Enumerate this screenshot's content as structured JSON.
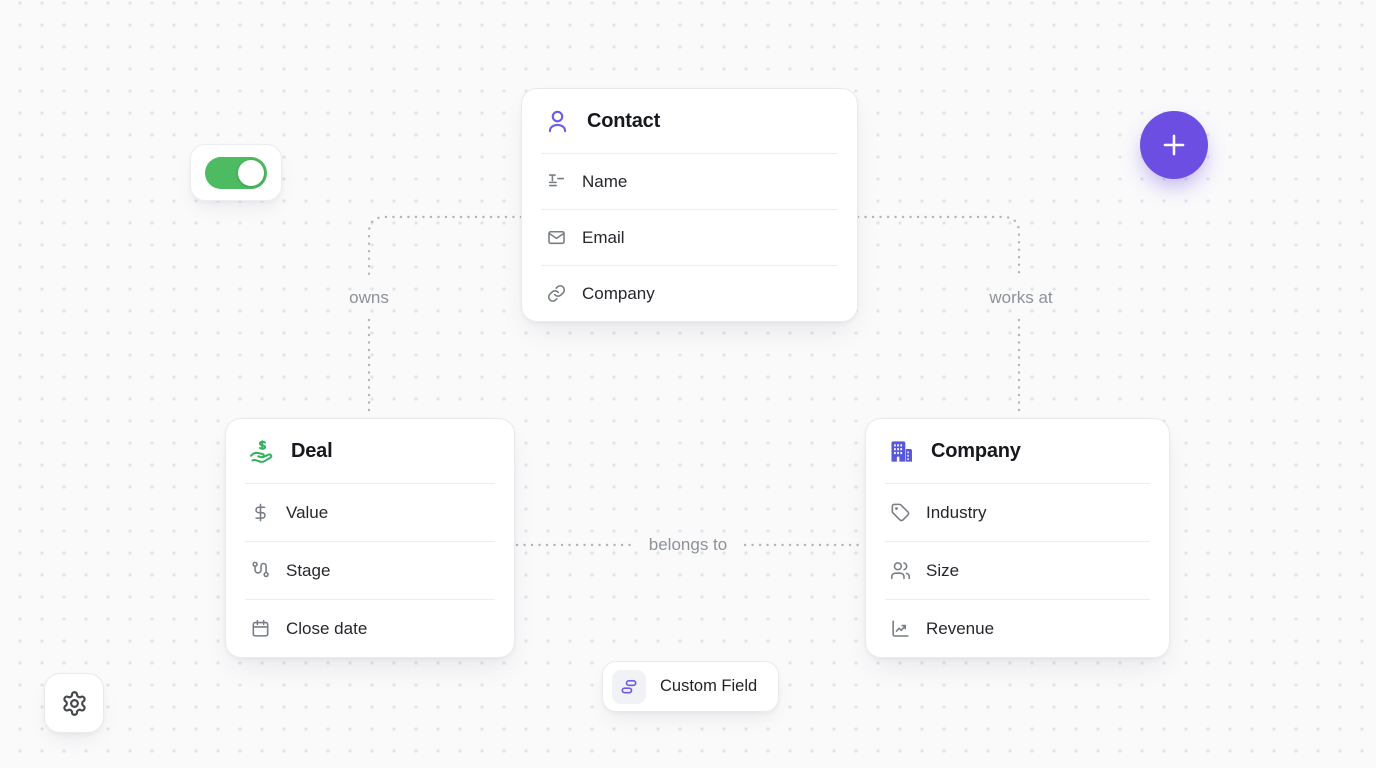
{
  "canvas": {
    "background": "#FAFAFB",
    "dot_color": "#E3E4E7"
  },
  "colors": {
    "accent_purple": "#6C5CE7",
    "company_indigo": "#5658D8",
    "add_button_purple": "#6D4EE2",
    "toggle_green": "#4CBB61",
    "deal_green": "#33B25D",
    "wire_gray": "#B2B5BB",
    "label_gray": "#8D919A"
  },
  "toggle": {
    "state": "on"
  },
  "add_button": {
    "icon": "plus-icon"
  },
  "settings_button": {
    "icon": "gear-icon"
  },
  "custom_field_chip": {
    "label": "Custom Field",
    "icon": "rows-icon"
  },
  "entities": {
    "contact": {
      "title": "Contact",
      "icon": "user-icon",
      "fields": [
        {
          "label": "Name",
          "icon": "text-icon"
        },
        {
          "label": "Email",
          "icon": "mail-icon"
        },
        {
          "label": "Company",
          "icon": "link-icon"
        }
      ]
    },
    "deal": {
      "title": "Deal",
      "icon": "hand-coins-icon",
      "fields": [
        {
          "label": "Value",
          "icon": "dollar-icon"
        },
        {
          "label": "Stage",
          "icon": "route-icon"
        },
        {
          "label": "Close date",
          "icon": "calendar-icon"
        }
      ]
    },
    "company": {
      "title": "Company",
      "icon": "buildings-icon",
      "fields": [
        {
          "label": "Industry",
          "icon": "tag-icon"
        },
        {
          "label": "Size",
          "icon": "users-icon"
        },
        {
          "label": "Revenue",
          "icon": "chart-icon"
        }
      ]
    }
  },
  "relationships": [
    {
      "label": "owns",
      "from": "Contact",
      "to": "Deal"
    },
    {
      "label": "works at",
      "from": "Contact",
      "to": "Company"
    },
    {
      "label": "belongs to",
      "from": "Deal",
      "to": "Company"
    }
  ]
}
